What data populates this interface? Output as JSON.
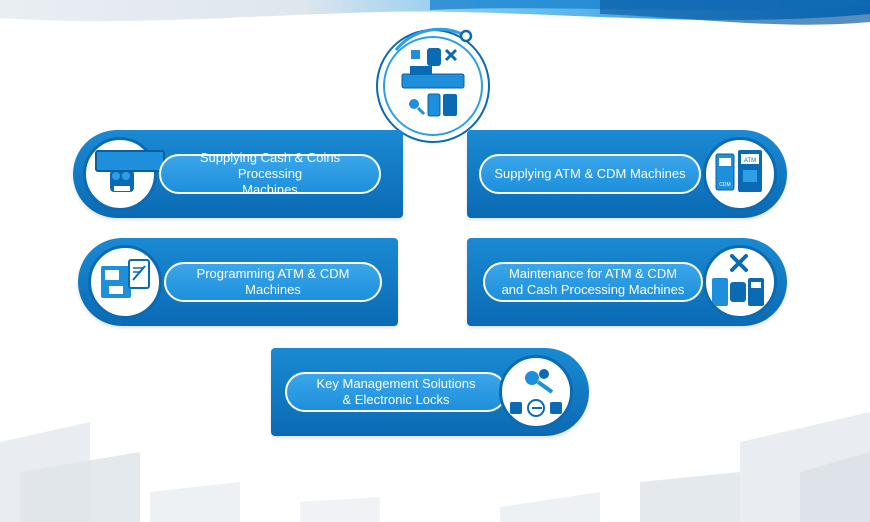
{
  "colors": {
    "primary": "#0b6ab4",
    "light": "#2d9fe6",
    "pill_border": "#ffffff",
    "text": "#ffffff"
  },
  "hub": {
    "icon": "services-hub-icon"
  },
  "services": [
    {
      "label": "Supplying Cash & Coins Processing\nMachines",
      "icon": "cash-coin-machine-icon"
    },
    {
      "label": "Supplying ATM & CDM Machines",
      "icon": "atm-cdm-icon"
    },
    {
      "label": "Programming ATM & CDM\nMachines",
      "icon": "programming-atm-icon"
    },
    {
      "label": "Maintenance for ATM & CDM\nand Cash Processing Machines",
      "icon": "maintenance-tools-icon"
    },
    {
      "label": "Key Management Solutions\n& Electronic Locks",
      "icon": "keys-locks-icon"
    }
  ],
  "icon_texts": {
    "atm": "ATM",
    "cdm": "CDM"
  }
}
